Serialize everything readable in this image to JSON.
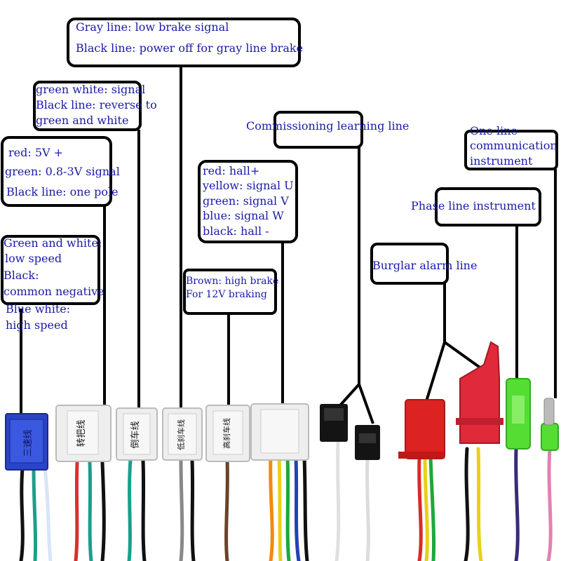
{
  "labels": {
    "gray_line": [
      "Gray line: low brake signal",
      "Black line: power off for gray line brake"
    ],
    "green_white_signal": [
      "green white: signal",
      "Black line: reverse to",
      "green and white"
    ],
    "red_5v": [
      "red: 5V +",
      "green: 0.8-3V signal",
      "Black line: one pole"
    ],
    "speed": [
      "Green and white:",
      "low speed",
      "Black:",
      "common negative",
      "Blue white:",
      "high speed"
    ],
    "hall": [
      "red: hall+",
      "yellow: signal U",
      "green: signal V",
      "blue: signal W",
      "black: hall -"
    ],
    "brown_brake": [
      "Brown: high brake",
      "For 12V braking"
    ],
    "commissioning": [
      "Commissioning learning line"
    ],
    "one_line": [
      "One line",
      "communication",
      "instrument"
    ],
    "phase_line": [
      "Phase line instrument"
    ],
    "burglar": [
      "Burglar alarm line"
    ]
  },
  "connector_labels": {
    "three_speed": "三速线",
    "reverse": "转把线",
    "back_car": "倒车线",
    "low_brake": "低刹车线",
    "high_brake": "高刹车线"
  },
  "colors": {
    "label_text": "#1a1aa8",
    "callout_border": "#000000",
    "connector_blue": "#2a44c8",
    "connector_white": "#eeeeee",
    "connector_black": "#141414",
    "connector_red": "#dd2222",
    "connector_green": "#55dd33"
  }
}
